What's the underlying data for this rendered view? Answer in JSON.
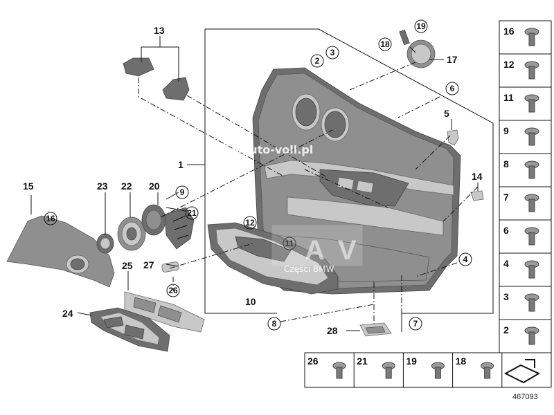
{
  "diagram_id": "467093",
  "watermark": {
    "url": "www.auto-voll.pl",
    "brand": "Części BMW",
    "logo_letters": "AV"
  },
  "callouts": {
    "c1": "1",
    "c2": "2",
    "c3": "3",
    "c4": "4",
    "c5": "5",
    "c6": "6",
    "c7": "7",
    "c8": "8",
    "c9": "9",
    "c10": "10",
    "c11": "11",
    "c12": "12",
    "c13": "13",
    "c14": "14",
    "c15": "15",
    "c16": "16",
    "c17": "17",
    "c18": "18",
    "c19": "19",
    "c20": "20",
    "c21": "21",
    "c22": "22",
    "c23": "23",
    "c24": "24",
    "c25": "25",
    "c26": "26",
    "c27": "27",
    "c28": "28"
  },
  "side_panel": [
    "16",
    "12",
    "11",
    "9",
    "8",
    "7",
    "6",
    "4",
    "3",
    "2"
  ],
  "bottom_panel": [
    "26",
    "21",
    "19",
    "18"
  ]
}
